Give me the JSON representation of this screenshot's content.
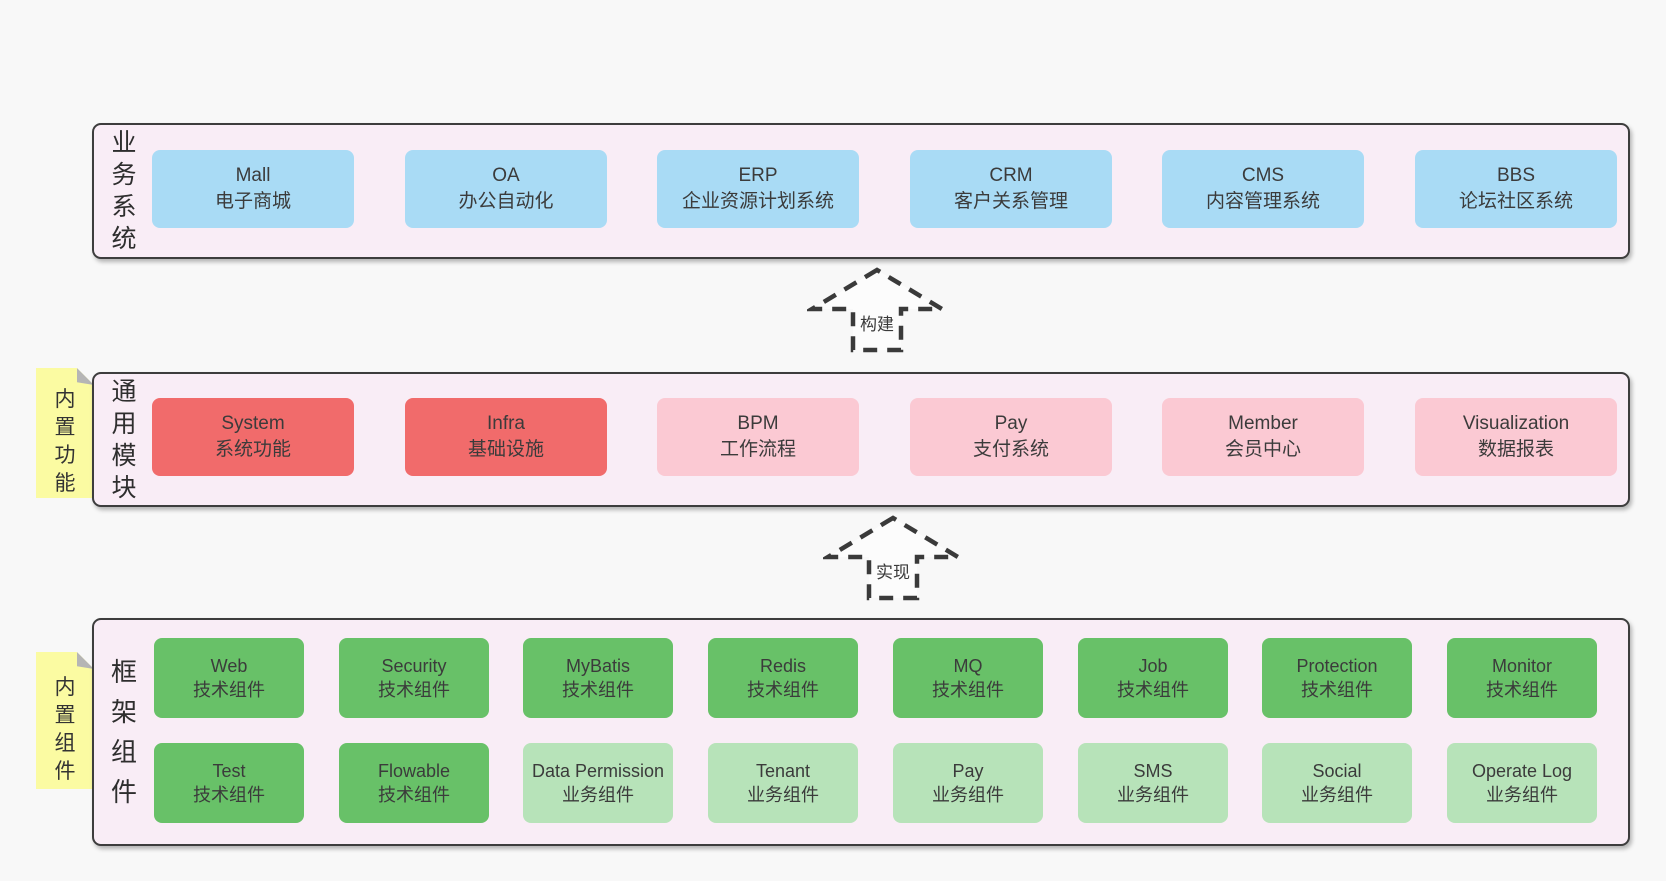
{
  "colors": {
    "page_bg": "#f8f8f8",
    "panel_bg": "#f9edf6",
    "panel_border": "#3d3d3d",
    "blue": "#a9dbf5",
    "red": "#f16b6b",
    "pink": "#fbc9d3",
    "green": "#68c168",
    "light_green": "#b7e3b9",
    "sticky_yellow": "#fbfba2",
    "text": "#3b3b3b"
  },
  "arrows": {
    "build": "构建",
    "implement": "实现"
  },
  "sections": {
    "business": {
      "label": "业务系统",
      "boxes": [
        {
          "name": "Mall",
          "desc": "电子商城"
        },
        {
          "name": "OA",
          "desc": "办公自动化"
        },
        {
          "name": "ERP",
          "desc": "企业资源计划系统"
        },
        {
          "name": "CRM",
          "desc": "客户关系管理"
        },
        {
          "name": "CMS",
          "desc": "内容管理系统"
        },
        {
          "name": "BBS",
          "desc": "论坛社区系统"
        }
      ]
    },
    "modules": {
      "label": "通用模块",
      "sticky": "内置功能",
      "boxes": [
        {
          "name": "System",
          "desc": "系统功能"
        },
        {
          "name": "Infra",
          "desc": "基础设施"
        },
        {
          "name": "BPM",
          "desc": "工作流程"
        },
        {
          "name": "Pay",
          "desc": "支付系统"
        },
        {
          "name": "Member",
          "desc": "会员中心"
        },
        {
          "name": "Visualization",
          "desc": "数据报表"
        }
      ]
    },
    "components": {
      "label": "框架组件",
      "sticky": "内置组件",
      "row1": [
        {
          "name": "Web",
          "desc": "技术组件"
        },
        {
          "name": "Security",
          "desc": "技术组件"
        },
        {
          "name": "MyBatis",
          "desc": "技术组件"
        },
        {
          "name": "Redis",
          "desc": "技术组件"
        },
        {
          "name": "MQ",
          "desc": "技术组件"
        },
        {
          "name": "Job",
          "desc": "技术组件"
        },
        {
          "name": "Protection",
          "desc": "技术组件"
        },
        {
          "name": "Monitor",
          "desc": "技术组件"
        }
      ],
      "row2": [
        {
          "name": "Test",
          "desc": "技术组件"
        },
        {
          "name": "Flowable",
          "desc": "技术组件"
        },
        {
          "name": "Data Permission",
          "desc": "业务组件"
        },
        {
          "name": "Tenant",
          "desc": "业务组件"
        },
        {
          "name": "Pay",
          "desc": "业务组件"
        },
        {
          "name": "SMS",
          "desc": "业务组件"
        },
        {
          "name": "Social",
          "desc": "业务组件"
        },
        {
          "name": "Operate Log",
          "desc": "业务组件"
        }
      ]
    }
  }
}
